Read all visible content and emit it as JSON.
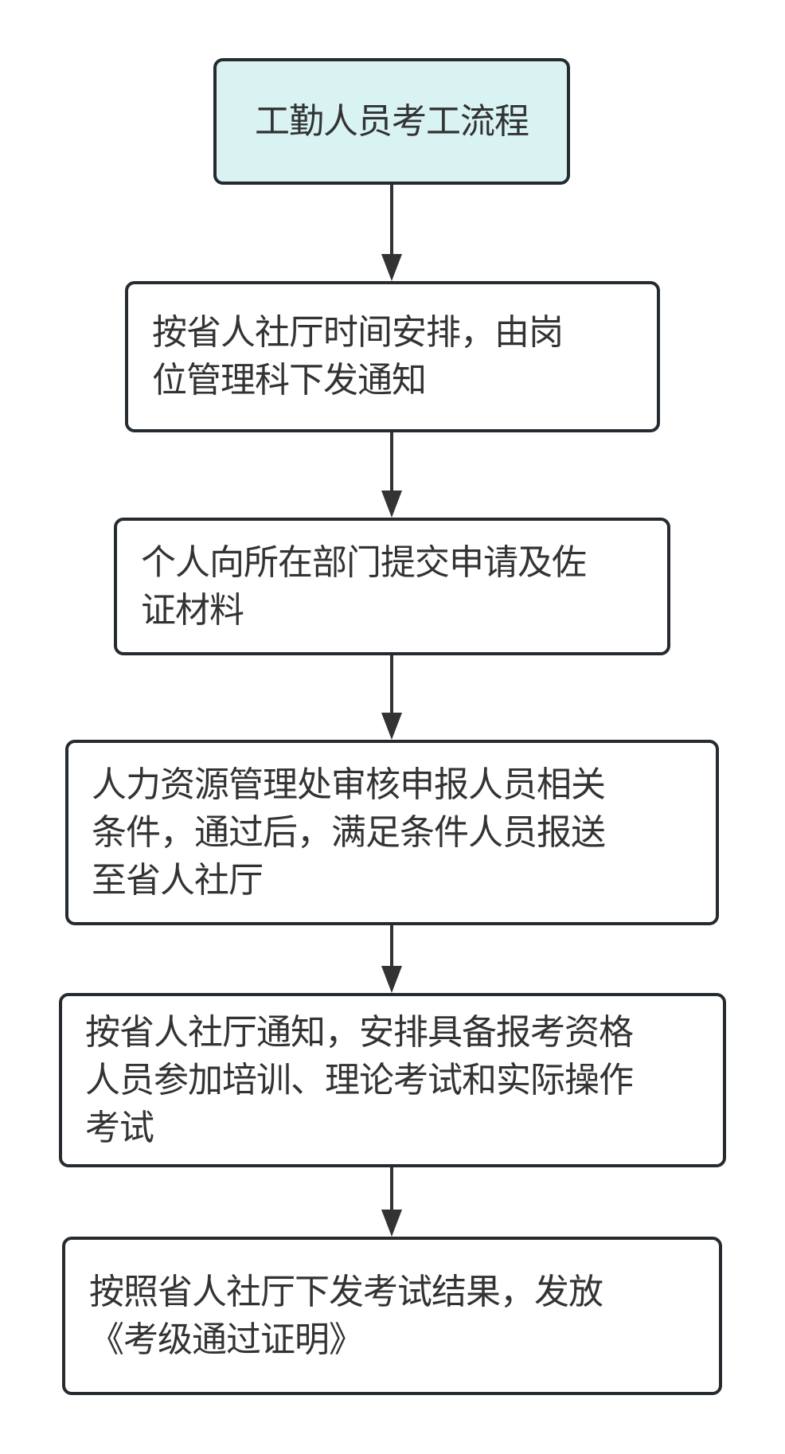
{
  "diagram": {
    "title": "工勤人员考工流程",
    "steps": [
      {
        "lines": [
          "工勤人员考工流程"
        ]
      },
      {
        "lines": [
          "按省人社厅时间安排，由岗",
          "位管理科下发通知"
        ]
      },
      {
        "lines": [
          "个人向所在部门提交申请及佐",
          "证材料"
        ]
      },
      {
        "lines": [
          "人力资源管理处审核申报人员相关",
          "条件，通过后，满足条件人员报送",
          "至省人社厅"
        ]
      },
      {
        "lines": [
          "按省人社厅通知，安排具备报考资格",
          "人员参加培训、理论考试和实际操作",
          "考试"
        ]
      },
      {
        "lines": [
          "按照省人社厅下发考试结果，发放",
          "《考级通过证明》"
        ]
      }
    ],
    "edges": [
      {
        "from": 0,
        "to": 1
      },
      {
        "from": 1,
        "to": 2
      },
      {
        "from": 2,
        "to": 3
      },
      {
        "from": 3,
        "to": 4
      },
      {
        "from": 4,
        "to": 5
      }
    ],
    "colors": {
      "start_fill": "#d9f3f3",
      "node_fill": "#ffffff",
      "border": "#262b30",
      "text": "#333333",
      "arrow": "#333333"
    }
  }
}
